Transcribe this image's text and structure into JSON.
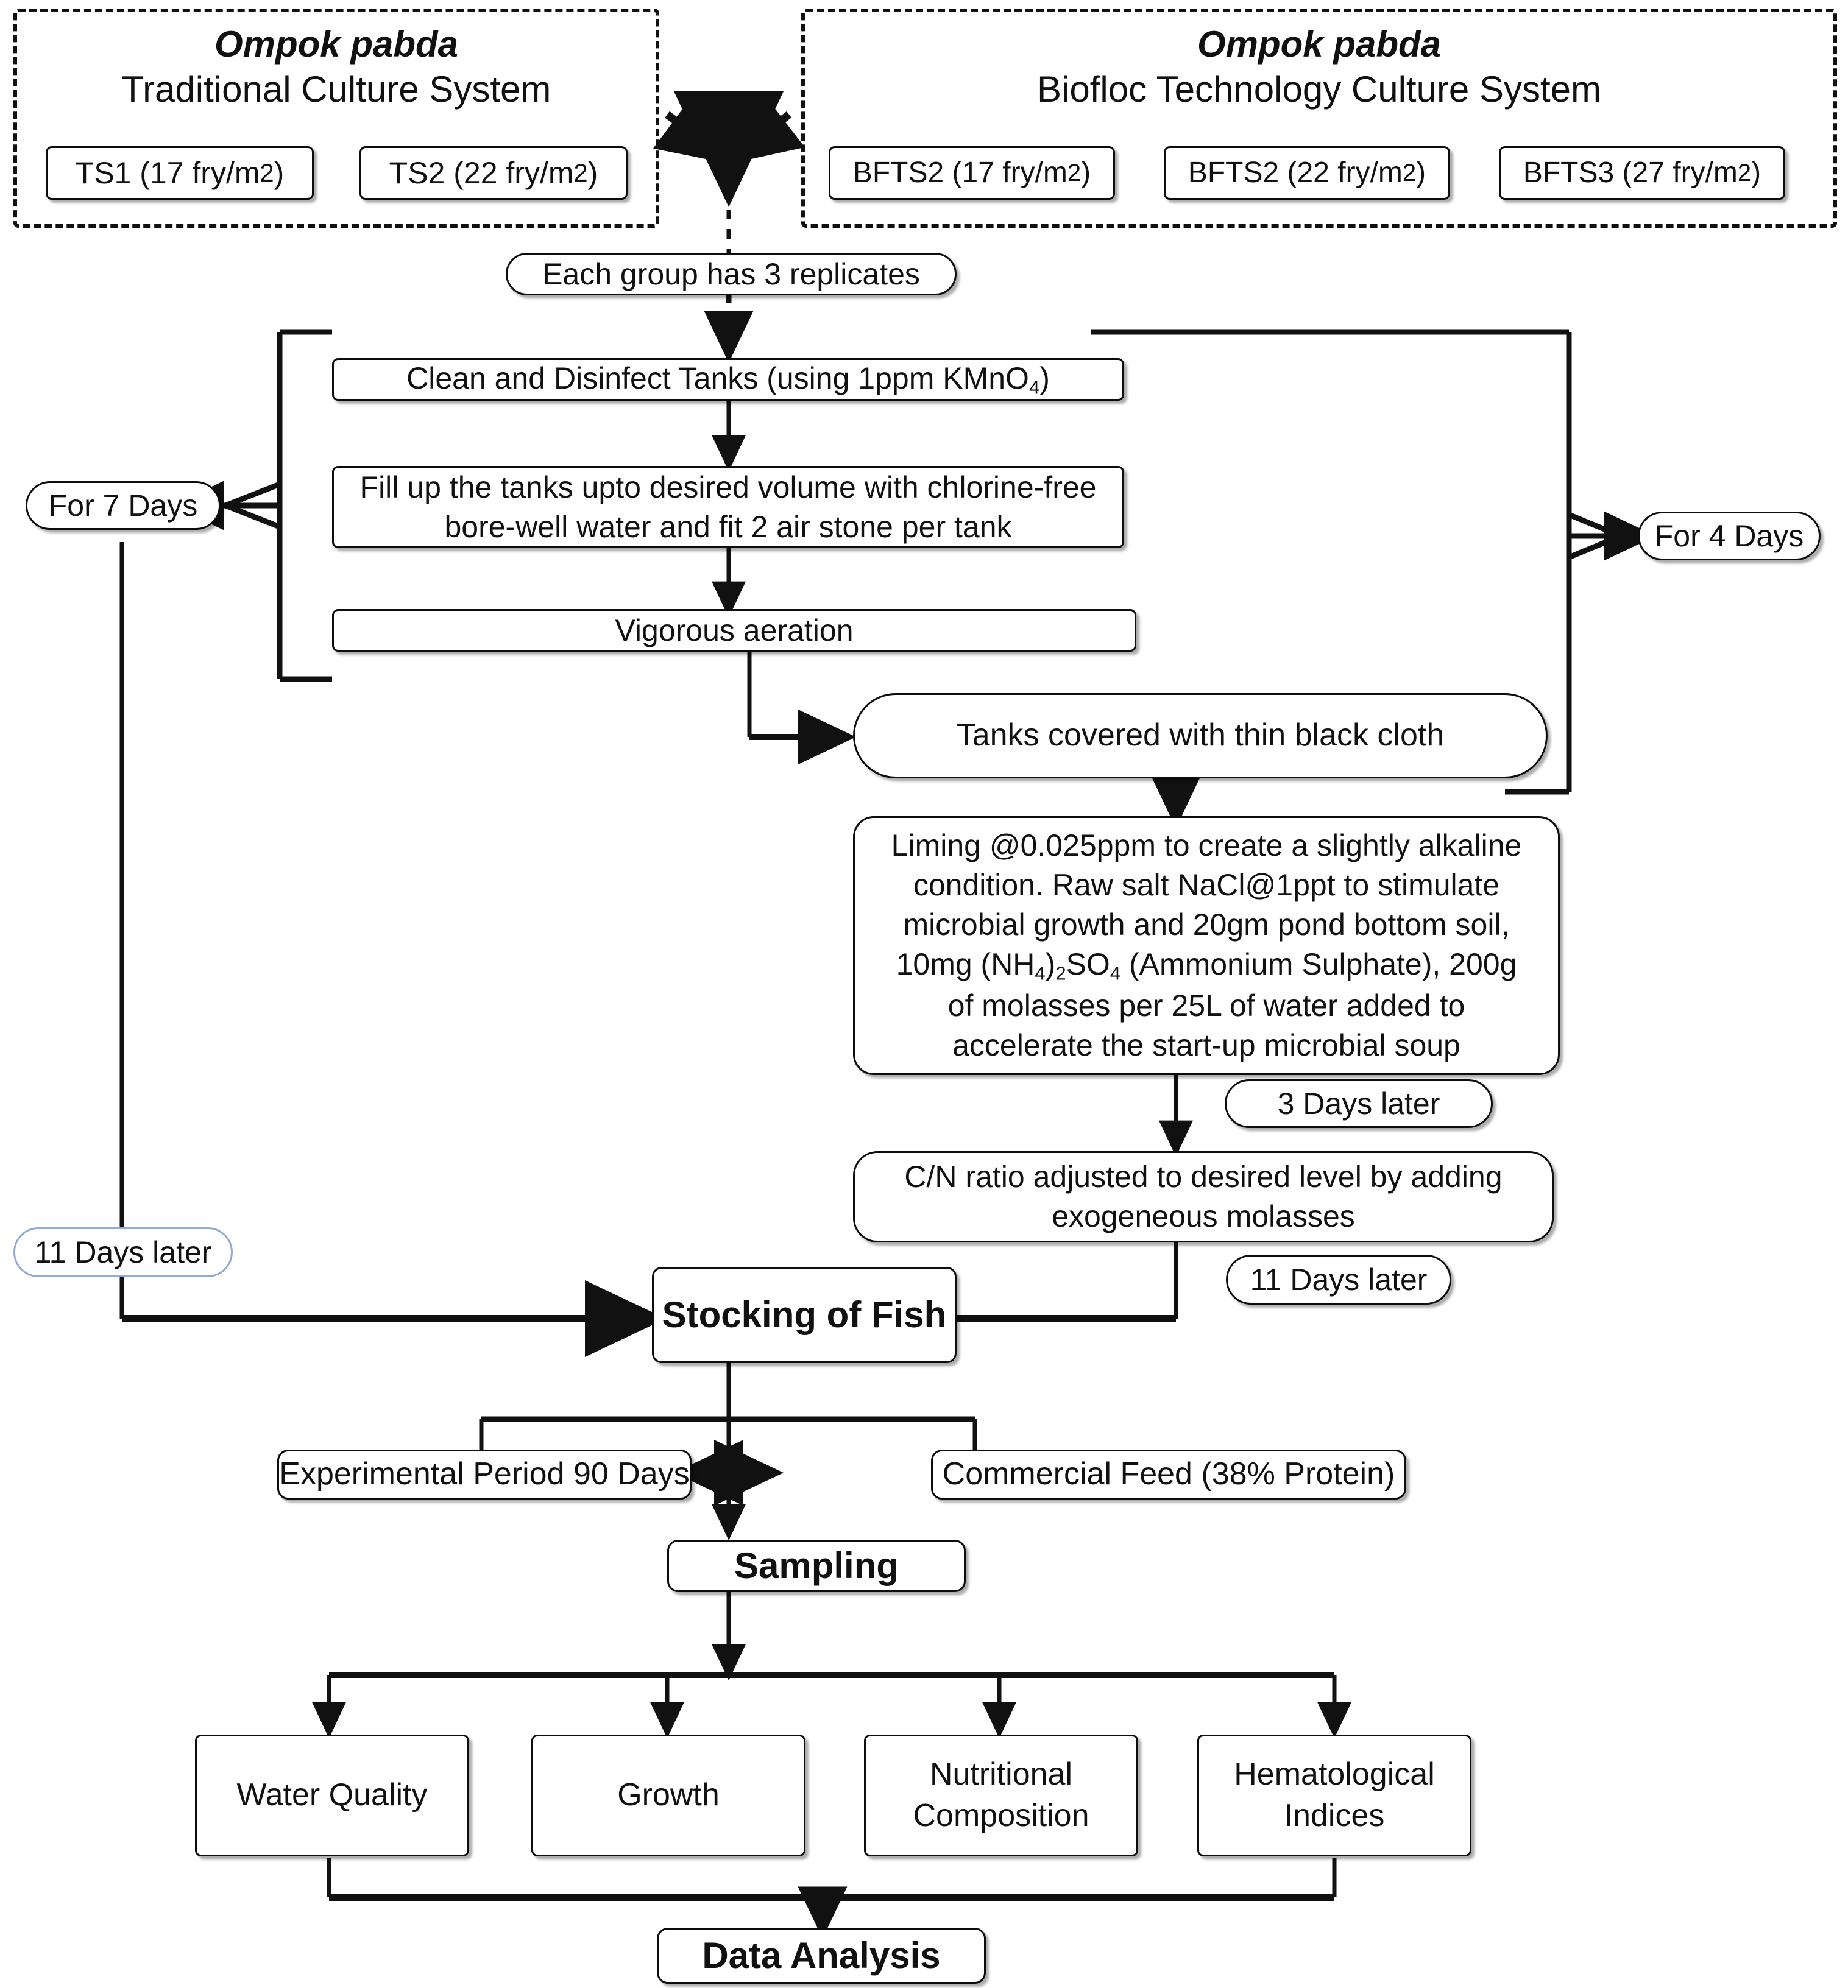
{
  "groups": {
    "traditional": {
      "species": "Ompok pabda",
      "title": "Traditional Culture System",
      "treatments": [
        {
          "label": "TS1 (17 fry/m",
          "sup": "2",
          "tail": ")"
        },
        {
          "label": "TS2 (22 fry/m",
          "sup": "2",
          "tail": ")"
        }
      ]
    },
    "biofloc": {
      "species": "Ompok pabda",
      "title": "Biofloc Technology Culture System",
      "treatments": [
        {
          "label": "BFTS2 (17 fry/m",
          "sup": "2",
          "tail": ")"
        },
        {
          "label": "BFTS2 (22 fry/m",
          "sup": "2",
          "tail": ")"
        },
        {
          "label": "BFTS3 (27 fry/m",
          "sup": "2",
          "tail": ")"
        }
      ]
    }
  },
  "flow": {
    "replicates": "Each group has 3 replicates",
    "clean_disinfect_pre": "Clean and Disinfect Tanks (using 1ppm KMnO",
    "clean_disinfect_sub": "4",
    "clean_disinfect_post": ")",
    "fill_tanks": "Fill up the tanks upto desired volume with chlorine-free bore-well water and fit 2 air stone per tank",
    "vigorous_aeration": "Vigorous aeration",
    "tanks_covered": "Tanks covered with thin black cloth",
    "liming_line1": "Liming @0.025ppm to create a slightly alkaline",
    "liming_line2": "condition. Raw salt NaCl@1ppt to stimulate",
    "liming_line3": "microbial growth and 20gm pond bottom soil,",
    "liming_line4_a": "10mg (NH",
    "liming_line4_sub1": "4",
    "liming_line4_b": ")",
    "liming_line4_sub2": "2",
    "liming_line4_c": "SO",
    "liming_line4_sub3": "4",
    "liming_line4_d": " (Ammonium Sulphate), 200g",
    "liming_line5": "of molasses per 25L of water added to",
    "liming_line6": "accelerate the start-up microbial soup",
    "cn_ratio": "C/N ratio adjusted to desired level by adding exogeneous molasses",
    "stocking": "Stocking of Fish",
    "experimental_period": "Experimental Period 90 Days",
    "commercial_feed": "Commercial Feed (38% Protein)",
    "sampling": "Sampling",
    "data_analysis": "Data Analysis"
  },
  "durations": {
    "for_7_days": "For 7 Days",
    "for_4_days": "For 4 Days",
    "three_days_later": "3 Days later",
    "eleven_days_later_left": "11 Days later",
    "eleven_days_later_right": "11 Days later"
  },
  "outcomes": [
    {
      "line1": "Water Quality",
      "line2": ""
    },
    {
      "line1": "Growth",
      "line2": ""
    },
    {
      "line1": "Nutritional",
      "line2": "Composition"
    },
    {
      "line1": "Hematological",
      "line2": "Indices"
    }
  ],
  "colors": {
    "stroke": "#0d0d0d",
    "background": "#ffffff",
    "accent_blue": "#8faad4"
  }
}
